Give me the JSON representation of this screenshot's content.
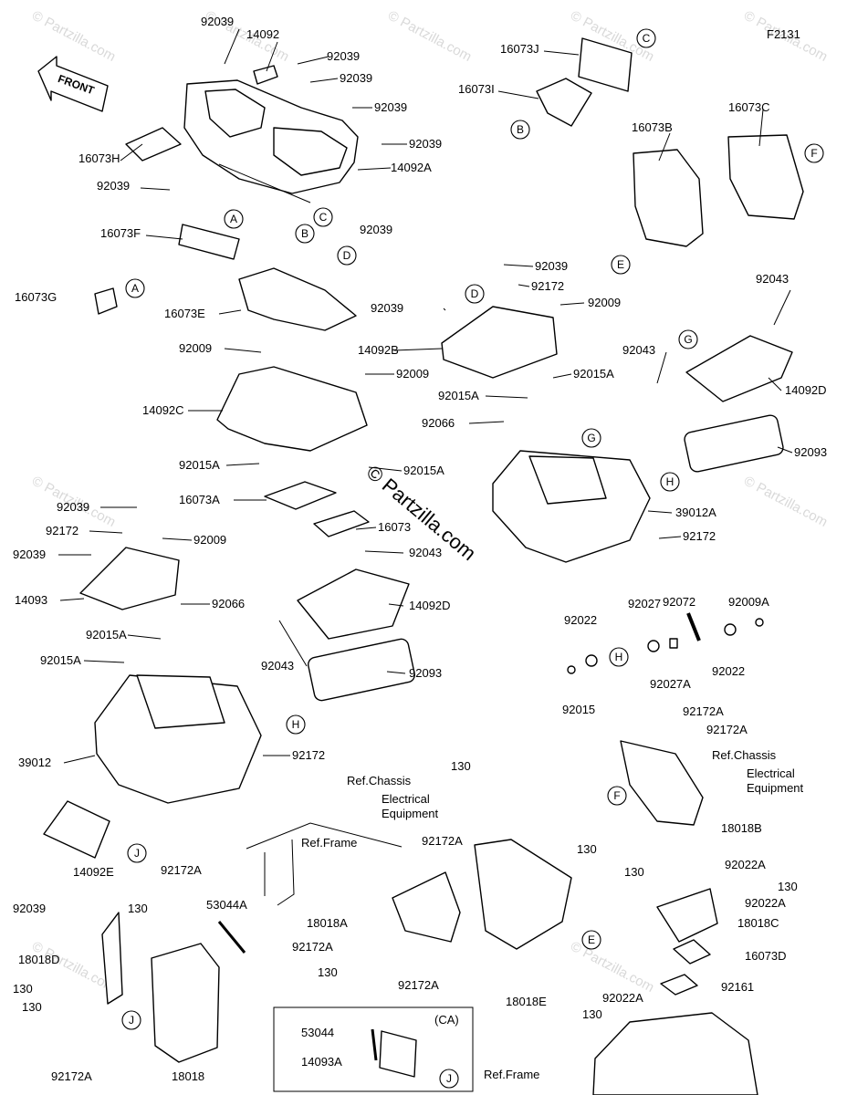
{
  "diagram_id": "F2131",
  "front_label": "FRONT",
  "watermark": "© Partzilla.com",
  "center_watermark": "© Partzilla.com",
  "callout_letters": [
    "A",
    "B",
    "C",
    "D",
    "E",
    "F",
    "G",
    "H",
    "J"
  ],
  "ca_box_label": "(CA)",
  "labels": [
    "92039",
    "14092",
    "92039",
    "92039",
    "92039",
    "92039",
    "16073H",
    "14092A",
    "92039",
    "92039",
    "16073F",
    "16073G",
    "16073E",
    "16073J",
    "16073I",
    "16073B",
    "16073C",
    "92039",
    "92172",
    "92009",
    "92039",
    "14092B",
    "92015A",
    "92015A",
    "92066",
    "92043",
    "92043",
    "14092D",
    "92093",
    "39012A",
    "92172",
    "92009",
    "14092C",
    "92009",
    "92015A",
    "92015A",
    "16073A",
    "16073",
    "92039",
    "92172",
    "92009",
    "92039",
    "14093",
    "92066",
    "92015A",
    "92015A",
    "92043",
    "14092D",
    "92043",
    "92093",
    "39012",
    "92172",
    "92072",
    "92009A",
    "92027",
    "92022",
    "92015",
    "92027A",
    "92022",
    "92172A",
    "92172A",
    "Ref.Chassis",
    "Electrical",
    "Equipment",
    "130",
    "Ref.Chassis",
    "Electrical",
    "Equipment",
    "18018B",
    "Ref.Frame",
    "92172A",
    "130",
    "130",
    "92022A",
    "130",
    "92022A",
    "18018A",
    "18018C",
    "92172A",
    "130",
    "92172A",
    "18018E",
    "16073D",
    "92161",
    "92022A",
    "130",
    "92039",
    "14092E",
    "92172A",
    "130",
    "53044A",
    "18018D",
    "130",
    "130",
    "18018",
    "92172A",
    "53044",
    "14093A",
    "Ref.Frame"
  ]
}
